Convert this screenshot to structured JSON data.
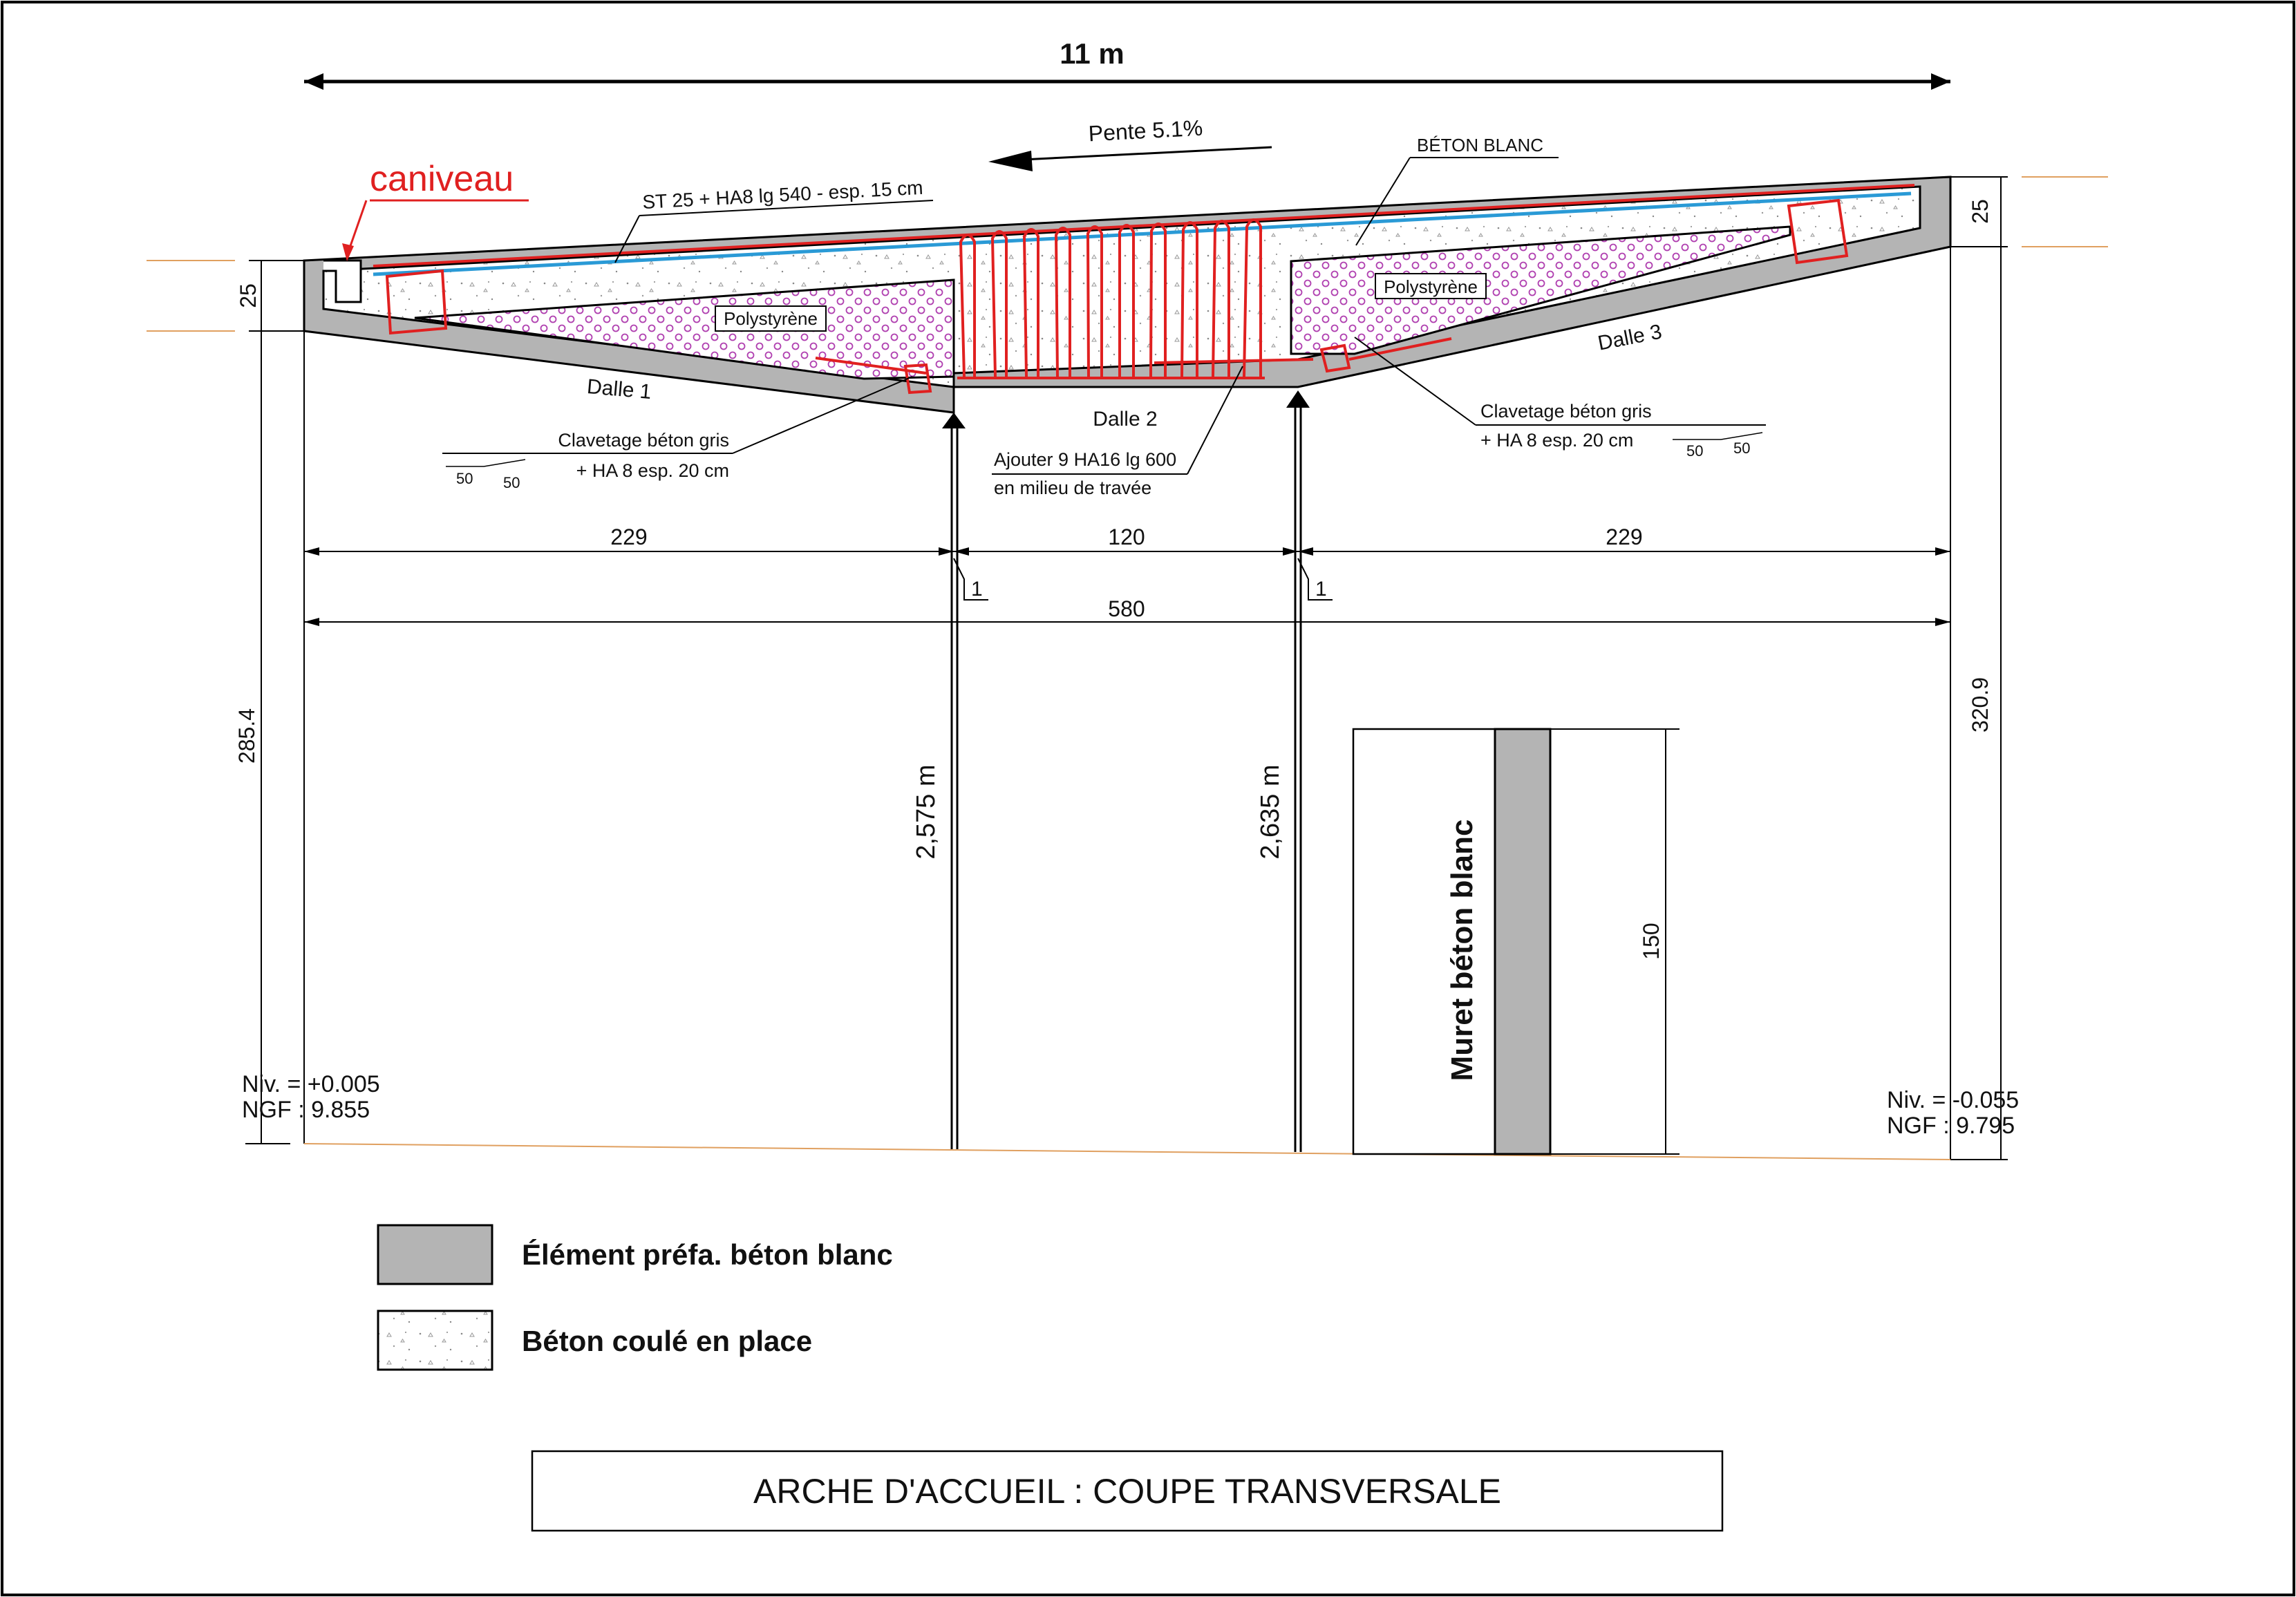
{
  "drawing": {
    "total_width": "11 m",
    "slope": "Pente 5.1%",
    "caniveau": "caniveau",
    "beton_blanc": "BÉTON BLANC",
    "rebar_top": "ST 25 + HA8 lg 540 - esp. 15 cm",
    "polystyrene_left": "Polystyrène",
    "polystyrene_right": "Polystyrène",
    "dalle1": "Dalle 1",
    "dalle2": "Dalle 2",
    "dalle3": "Dalle 3",
    "clavetage_left_1": "Clavetage béton gris",
    "clavetage_left_2": "+ HA 8 esp. 20 cm",
    "clavetage_right_1": "Clavetage béton gris",
    "clavetage_right_2": "+ HA 8 esp. 20 cm",
    "ajouter_1": "Ajouter 9 HA16 lg 600",
    "ajouter_2": "en milieu de travée",
    "small_50": "50",
    "dim_left_25": "25",
    "dim_right_25": "25",
    "dim_229_left": "229",
    "dim_120": "120",
    "dim_229_right": "229",
    "dim_580": "580",
    "marker_left": "1",
    "marker_right": "1",
    "dim_2854": "285.4",
    "dim_3209": "320.9",
    "height_left": "2,575 m",
    "height_right": "2,635 m",
    "muret": "Muret béton blanc",
    "dim_150": "150",
    "niv_left": "Niv. = +0.005",
    "ngf_left": "NGF : 9.855",
    "niv_right": "Niv. = -0.055",
    "ngf_right": "NGF : 9.795"
  },
  "legend": [
    {
      "label": "Élément préfa. béton blanc",
      "swatch": "#b4b4b4"
    },
    {
      "label": "Béton coulé en place",
      "swatch": "concrete-pattern"
    }
  ],
  "title_block": {
    "title": "ARCHE D'ACCUEIL : COUPE TRANSVERSALE"
  },
  "colors": {
    "rebar": "#e02020",
    "mesh": "#2a9ad6",
    "polystyrene_dots": "#b040b0",
    "prefa": "#b4b4b4"
  }
}
